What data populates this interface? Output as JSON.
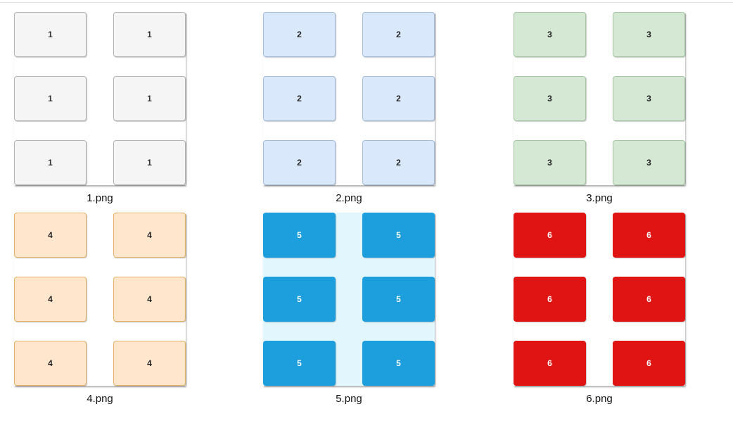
{
  "page": {
    "background_color": "#ffffff",
    "top_divider_color": "#dedede",
    "view": "file thumbnails grid"
  },
  "files": [
    {
      "name": "1.png",
      "box_label": "1",
      "box_count": 6,
      "grid_layout": "2x3",
      "box_fill": "#f5f5f5",
      "box_stroke": "#b3b3b3",
      "box_text_color": "#333333",
      "image_background": "#ffffff"
    },
    {
      "name": "2.png",
      "box_label": "2",
      "box_count": 6,
      "grid_layout": "2x3",
      "box_fill": "#dae8fc",
      "box_stroke": "#a3bce0",
      "box_text_color": "#222222",
      "image_background": "#ffffff"
    },
    {
      "name": "3.png",
      "box_label": "3",
      "box_count": 6,
      "grid_layout": "2x3",
      "box_fill": "#d5e8d4",
      "box_stroke": "#a6c6a3",
      "box_text_color": "#222222",
      "image_background": "#ffffff"
    },
    {
      "name": "4.png",
      "box_label": "4",
      "box_count": 6,
      "grid_layout": "2x3",
      "box_fill": "#ffe6cc",
      "box_stroke": "#e4b366",
      "box_text_color": "#222222",
      "image_background": "#ffffff"
    },
    {
      "name": "5.png",
      "box_label": "5",
      "box_count": 6,
      "grid_layout": "2x3",
      "box_fill": "#1d9fde",
      "box_stroke": "none",
      "box_text_color": "#ffffff",
      "image_background": "#e1f6fd"
    },
    {
      "name": "6.png",
      "box_label": "6",
      "box_count": 6,
      "grid_layout": "2x3",
      "box_fill": "#e11414",
      "box_stroke": "none",
      "box_text_color": "#ffffff",
      "image_background": "#ffffff"
    }
  ]
}
